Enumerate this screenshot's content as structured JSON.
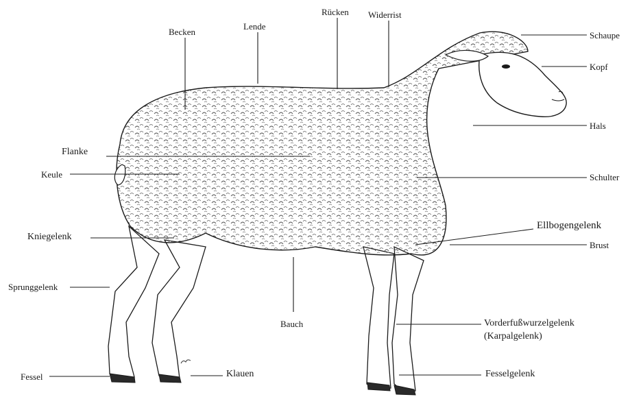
{
  "colors": {
    "ink": "#1a1a1a",
    "wool_shade": "#555555",
    "background": "#ffffff"
  },
  "labels": {
    "becken": "Becken",
    "lende": "Lende",
    "ruecken": "Rücken",
    "widerrist": "Widerrist",
    "schaupe": "Schaupe",
    "kopf": "Kopf",
    "hals": "Hals",
    "flanke": "Flanke",
    "keule": "Keule",
    "schulter": "Schulter",
    "ellbogengelenk": "Ellbogengelenk",
    "brust": "Brust",
    "kniegelenk": "Kniegelenk",
    "sprunggelenk": "Sprunggelenk",
    "bauch": "Bauch",
    "vorderfusswurzelgelenk": "Vorderfußwurzelgelenk",
    "karpalgelenk": "(Karpalgelenk)",
    "fessel": "Fessel",
    "klauen": "Klauen",
    "fesselgelenk": "Fesselgelenk"
  }
}
